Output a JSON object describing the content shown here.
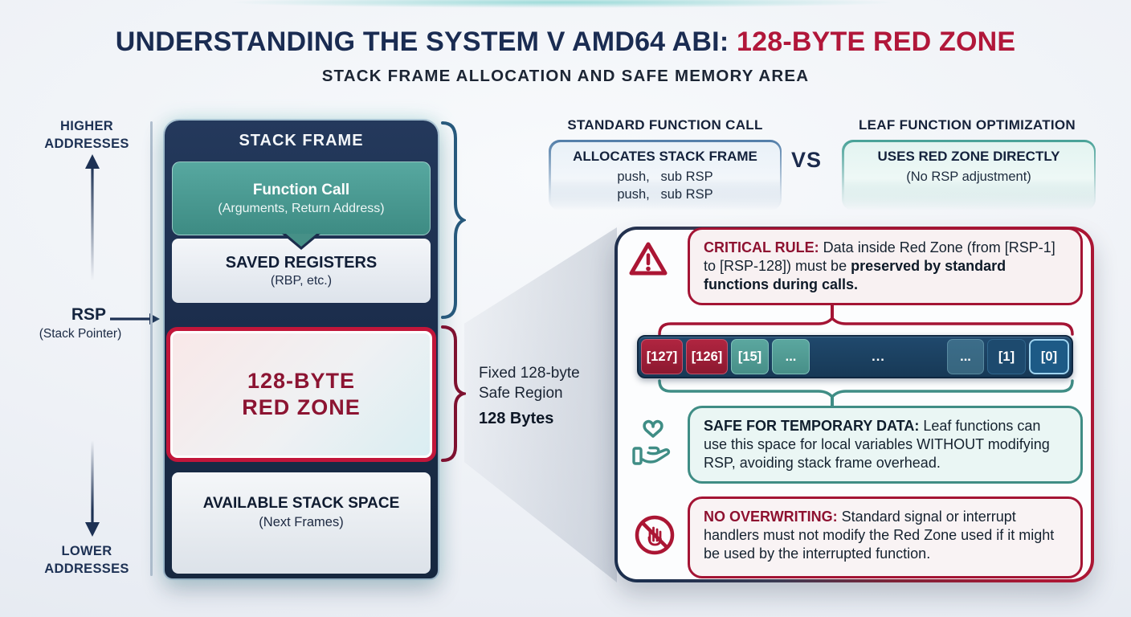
{
  "header": {
    "title_main": "UNDERSTANDING THE SYSTEM V AMD64 ABI: ",
    "title_accent": "128-BYTE RED ZONE",
    "subtitle": "STACK FRAME ALLOCATION AND SAFE MEMORY AREA"
  },
  "address_axis": {
    "higher_label": "HIGHER ADDRESSES",
    "lower_label": "LOWER ADDRESSES",
    "rsp_label": "RSP",
    "rsp_sublabel": "(Stack Pointer)"
  },
  "stack": {
    "title": "STACK FRAME",
    "function_call_title": "Function Call",
    "function_call_sub": "(Arguments, Return Address)",
    "saved_registers_title": "SAVED REGISTERS",
    "saved_registers_sub": "(RBP, etc.)",
    "red_zone_line1": "128-BYTE",
    "red_zone_line2": "RED ZONE",
    "available_title": "AVAILABLE STACK SPACE",
    "available_sub": "(Next Frames)"
  },
  "annotation": {
    "line1": "Fixed 128-byte",
    "line2": "Safe Region",
    "line3": "128 Bytes"
  },
  "comparison": {
    "standard_heading": "STANDARD FUNCTION CALL",
    "standard_box_title": "ALLOCATES STACK FRAME",
    "standard_lines": [
      "push,   sub RSP",
      "push,   sub RSP"
    ],
    "vs_label": "VS",
    "leaf_heading": "LEAF FUNCTION OPTIMIZATION",
    "leaf_box_title": "USES RED ZONE DIRECTLY",
    "leaf_box_sub": "(No RSP adjustment)"
  },
  "detail_panel": {
    "critical_label": "CRITICAL RULE:",
    "critical_text": " Data inside Red Zone (from [RSP-1] to [RSP-128]) must be ",
    "critical_bold": "preserved by standard functions during calls.",
    "byte_cells": [
      "[127]",
      "[126]",
      "[15]",
      "...",
      "...",
      "...",
      "[1]",
      "[0]"
    ],
    "safe_label": "SAFE FOR TEMPORARY DATA:",
    "safe_text": " Leaf functions can use this space for local variables WITHOUT modifying RSP, avoiding stack frame overhead.",
    "no_overwrite_label": "NO OVERWRITING:",
    "no_overwrite_text": " Standard signal or interrupt handlers must not modify the Red Zone used if it might be used by the interrupted function."
  },
  "colors": {
    "navy": "#1d3050",
    "crimson": "#b1173a",
    "teal": "#3f8d85",
    "dark_red_text": "#8c1432"
  }
}
